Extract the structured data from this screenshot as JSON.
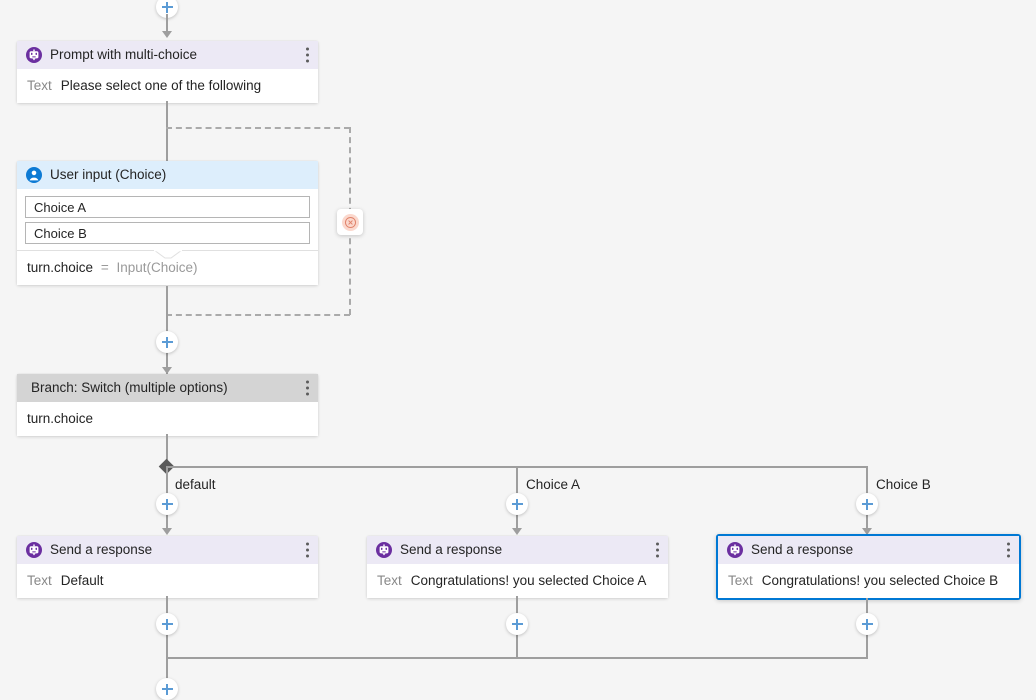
{
  "canvas": {
    "background": "#f5f5f5",
    "connector_color": "#9e9e9e",
    "accent_selected": "#0078d4",
    "add_icon": "plus-icon"
  },
  "nodes": [
    {
      "id": "prompt-multi-choice",
      "kind": "bot-message",
      "icon": "bot-icon",
      "header_color": "#ece9f5",
      "title": "Prompt with multi-choice",
      "menu_icon": "more-options-icon",
      "body_label": "Text",
      "body_value": "Please select one of the following",
      "selected": false
    },
    {
      "id": "user-input-choice",
      "kind": "user-input",
      "icon": "person-icon",
      "header_color": "#ddeefc",
      "title": "User input (Choice)",
      "choices": [
        "Choice A",
        "Choice B"
      ],
      "output_variable": "turn.choice",
      "output_equals": "=",
      "output_source": "Input(Choice)",
      "selected": false
    },
    {
      "id": "branch-switch",
      "kind": "branch",
      "header_color": "#d4d4d4",
      "title": "Branch: Switch (multiple options)",
      "menu_icon": "more-options-icon",
      "body_value": "turn.choice",
      "selected": false
    },
    {
      "id": "send-response-default",
      "kind": "bot-message",
      "icon": "bot-icon",
      "header_color": "#ece9f5",
      "title": "Send a response",
      "menu_icon": "more-options-icon",
      "body_label": "Text",
      "body_value": "Default",
      "selected": false
    },
    {
      "id": "send-response-choice-a",
      "kind": "bot-message",
      "icon": "bot-icon",
      "header_color": "#ece9f5",
      "title": "Send a response",
      "menu_icon": "more-options-icon",
      "body_label": "Text",
      "body_value": "Congratulations! you selected Choice A",
      "selected": false
    },
    {
      "id": "send-response-choice-b",
      "kind": "bot-message",
      "icon": "bot-icon",
      "header_color": "#ece9f5",
      "title": "Send a response",
      "menu_icon": "more-options-icon",
      "body_label": "Text",
      "body_value": "Congratulations! you selected Choice B",
      "selected": true
    }
  ],
  "branch_labels": [
    {
      "label": "default"
    },
    {
      "label": "Choice A"
    },
    {
      "label": "Choice B"
    }
  ],
  "loop": {
    "badge_icon": "cancel-circle-icon",
    "badge_color": "#fbd8cd",
    "style": "dashed"
  }
}
